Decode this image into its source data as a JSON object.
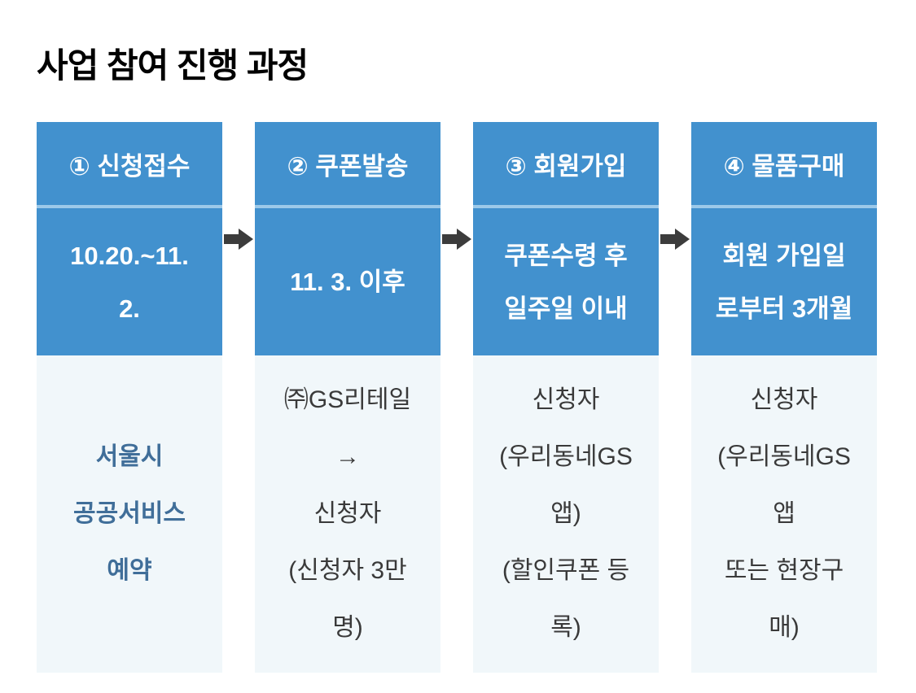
{
  "title": "사업 참여 진행 과정",
  "colors": {
    "step_blue": "#4291ce",
    "header_divider_blue": "#9cc9e9",
    "detail_bg": "#f1f7fa",
    "detail_text_dark": "#3a3a3a",
    "detail_text_accent_blue": "#406e99",
    "arrow_dark": "#3c3c3c",
    "title_black": "#000000"
  },
  "icons": {
    "between_steps": "right-block-arrow"
  },
  "columns": [
    {
      "step": "① 신청접수",
      "period": "10.20.~11.\n2.",
      "detail": "서울시\n공공서비스\n예약"
    },
    {
      "step": "② 쿠폰발송",
      "period": "11. 3. 이후",
      "detail": "㈜GS리테일\n→\n신청자\n(신청자 3만\n명)"
    },
    {
      "step": "③ 회원가입",
      "period": "쿠폰수령 후\n일주일 이내",
      "detail": "신청자\n(우리동네GS\n앱)\n(할인쿠폰 등\n록)"
    },
    {
      "step": "④ 물품구매",
      "period": "회원 가입일\n로부터 3개월",
      "detail": "신청자\n(우리동네GS\n앱\n또는 현장구\n매)"
    }
  ]
}
